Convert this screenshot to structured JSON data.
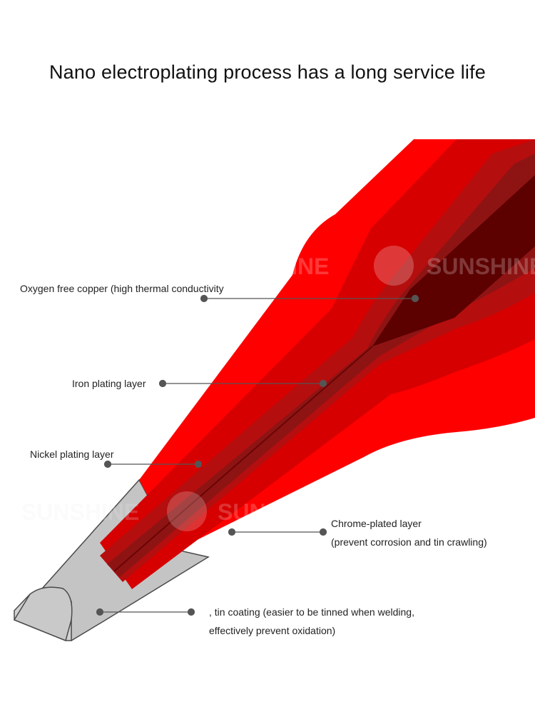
{
  "title": "Nano electroplating process has a long service life",
  "watermark": "SUNSHINE",
  "colors": {
    "outer_layer": "#ff0000",
    "layer2": "#d60000",
    "layer3": "#b50e0e",
    "layer4": "#8e1414",
    "core": "#5c0000",
    "tin": "#c4c4c4",
    "leader": "#555555"
  },
  "labels": {
    "copper": "Oxygen free copper (high thermal conductivity",
    "iron": "Iron plating layer",
    "nickel": "Nickel plating layer",
    "chrome_line1": "Chrome-plated layer",
    "chrome_line2": "(prevent corrosion and tin crawling)",
    "tin_line1": ", tin coating (easier to be tinned when welding,",
    "tin_line2": "effectively prevent oxidation)"
  }
}
